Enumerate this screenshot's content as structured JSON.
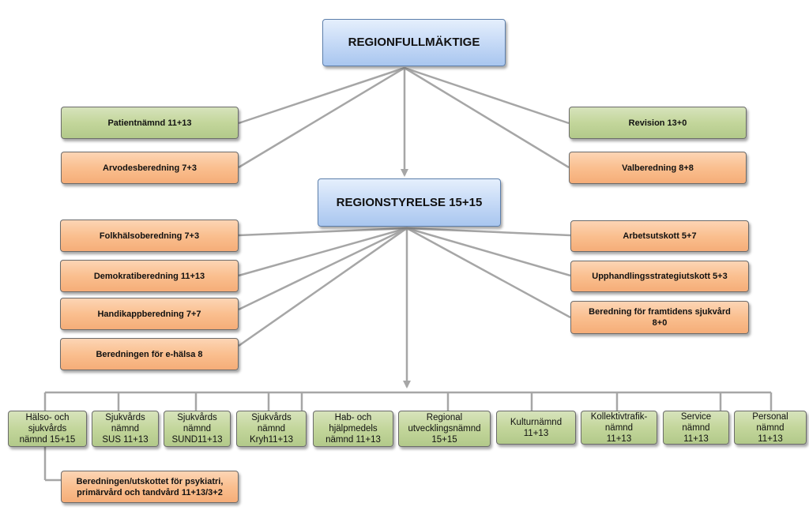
{
  "colors": {
    "line": "#a6a6a6",
    "green": "#c3d69b",
    "orange": "#fabf8f",
    "blue": "#c9dcf7"
  },
  "top": {
    "title": "REGIONFULLMÄKTIGE"
  },
  "board": {
    "title": "REGIONSTYRELSE 15+15"
  },
  "top_left": [
    {
      "label": "Patientnämnd 11+13"
    },
    {
      "label": "Arvodesberedning 7+3"
    }
  ],
  "top_right": [
    {
      "label": "Revision 13+0"
    },
    {
      "label": "Valberedning 8+8"
    }
  ],
  "board_left": [
    {
      "label": "Folkhälsoberedning 7+3"
    },
    {
      "label": "Demokratiberedning 11+13"
    },
    {
      "label": "Handikappberedning 7+7"
    },
    {
      "label": "Beredningen för e-hälsa 8"
    }
  ],
  "board_right": [
    {
      "label": "Arbetsutskott 5+7"
    },
    {
      "label": "Upphandlingsstrategiutskott 5+3"
    },
    {
      "label": "Beredning för framtidens sjukvård 8+0"
    }
  ],
  "committees": [
    {
      "label": "Hälso- och\nsjukvårds\nnämnd 15+15"
    },
    {
      "label": "Sjukvårds\nnämnd\nSUS 11+13"
    },
    {
      "label": "Sjukvårds\nnämnd\nSUND11+13"
    },
    {
      "label": "Sjukvårds\nnämnd\nKryh11+13"
    },
    {
      "label": "Hab- och\nhjälpmedels\nnämnd 11+13"
    },
    {
      "label": "Regional\nutvecklingsnämnd\n15+15"
    },
    {
      "label": "Kulturnämnd\n11+13"
    },
    {
      "label": "Kollektivtrafik-\nnämnd\n11+13"
    },
    {
      "label": "Service\nnämnd\n11+13"
    },
    {
      "label": "Personal\nnämnd\n11+13"
    }
  ],
  "sub_committee": {
    "label": "Beredningen/utskottet för psykiatri, primärvård och tandvård 11+13/3+2"
  }
}
